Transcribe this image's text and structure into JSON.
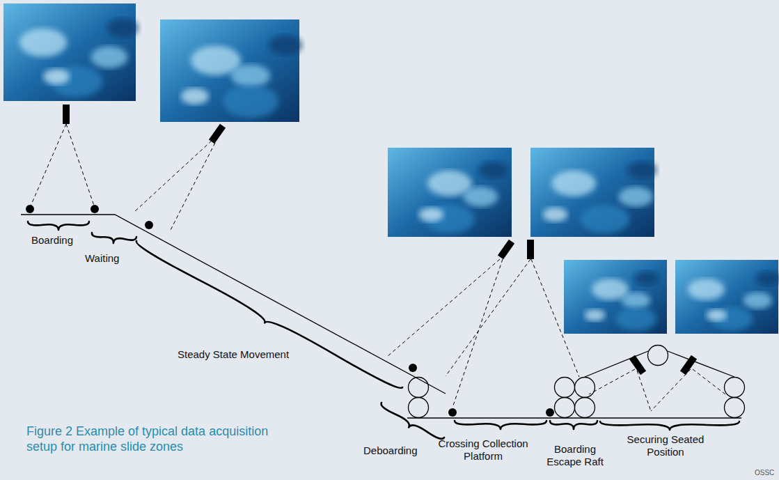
{
  "diagram": {
    "caption": "Figure 2 Example of typical data acquisition setup for marine slide zones",
    "labels": [
      "Boarding",
      "Waiting",
      "Steady State Movement",
      "Deboarding",
      "Crossing Collection Platform",
      "Boarding Escape Raft",
      "Securing Seated Position",
      "OSSC"
    ]
  }
}
